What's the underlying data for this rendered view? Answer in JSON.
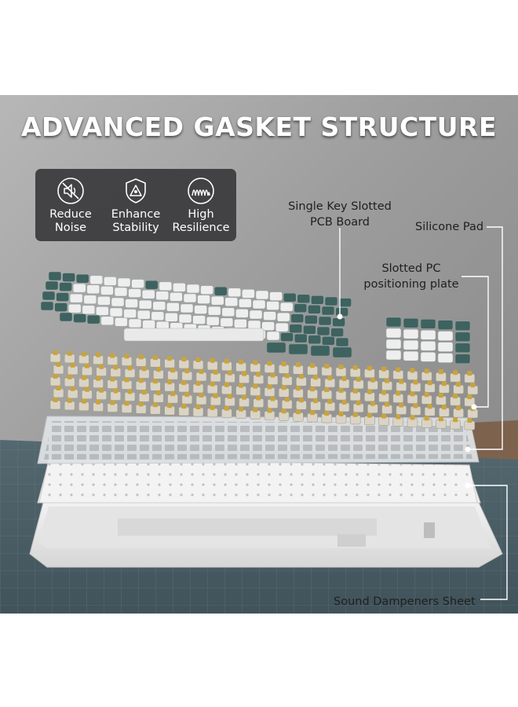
{
  "headline": "ADVANCED GASKET STRUCTURE",
  "features": [
    {
      "icon": "speaker-mute-icon",
      "label": "Reduce\nNoise"
    },
    {
      "icon": "shield-triangle-icon",
      "label": "Enhance\nStability"
    },
    {
      "icon": "waveform-icon",
      "label": "High\nResilience"
    }
  ],
  "callouts": {
    "pcb": [
      "Single Key Slotted",
      "PCB Board"
    ],
    "silicone": "Silicone Pad",
    "plate": [
      "Slotted PC",
      "positioning plate"
    ],
    "sound": "Sound Dampeners Sheet"
  },
  "colors": {
    "backdrop": "#9a9a9a",
    "cutting_mat": "#4c5f66",
    "keycap_teal": "#3d625f",
    "keycap_white": "#eeeeee",
    "switch_gold": "#c9a43c",
    "panel": "#3a3a3c"
  }
}
